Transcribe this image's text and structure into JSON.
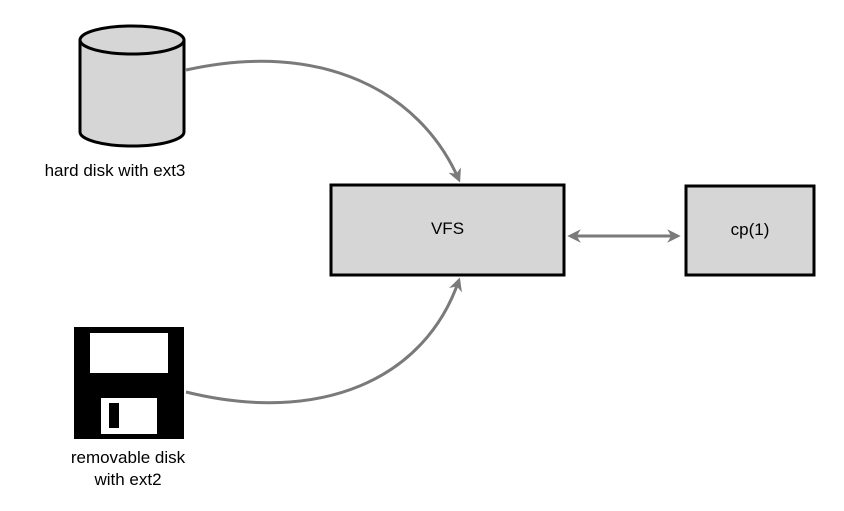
{
  "nodes": {
    "hard_disk": {
      "label": "hard disk with ext3",
      "icon": "hard-disk-cylinder-icon"
    },
    "removable_disk": {
      "label_line1": "removable disk",
      "label_line2": "with ext2",
      "icon": "floppy-disk-icon"
    },
    "vfs": {
      "label": "VFS"
    },
    "cp": {
      "label": "cp(1)"
    }
  },
  "edges": [
    {
      "from": "hard_disk",
      "to": "vfs",
      "direction": "forward"
    },
    {
      "from": "removable_disk",
      "to": "vfs",
      "direction": "forward"
    },
    {
      "from": "vfs",
      "to": "cp",
      "direction": "bidirectional"
    }
  ],
  "colors": {
    "box_fill": "#d6d6d6",
    "stroke": "#000000",
    "arrow": "#7a7a7a",
    "floppy_body": "#000000",
    "floppy_label": "#ffffff"
  }
}
